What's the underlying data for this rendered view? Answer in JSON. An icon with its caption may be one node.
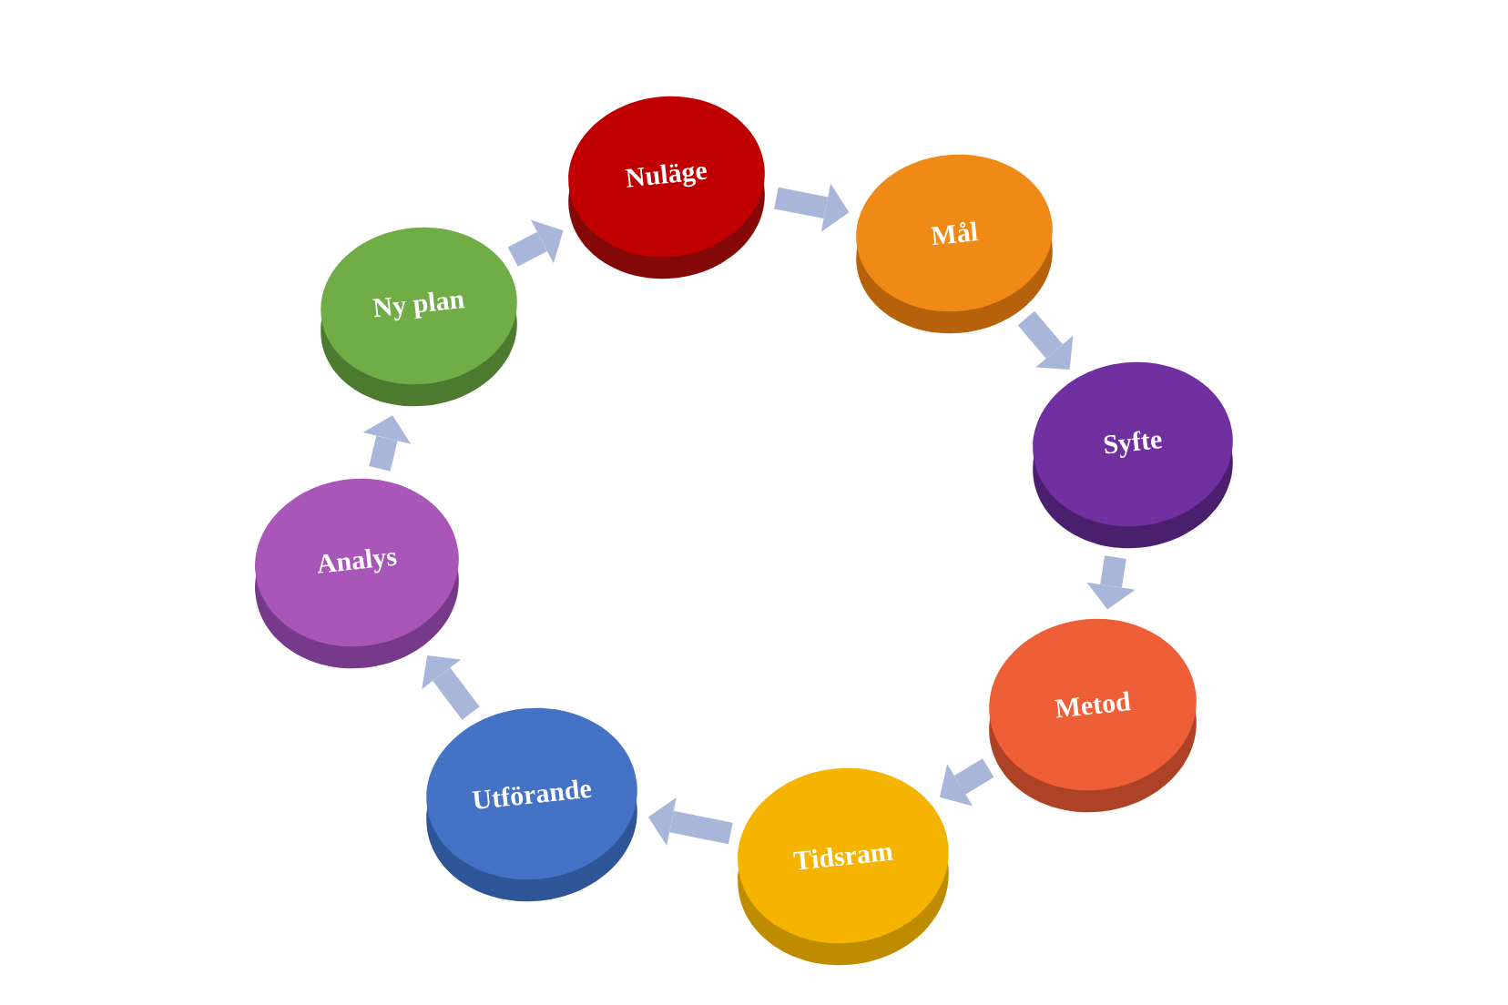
{
  "diagram": {
    "nodes": [
      {
        "text": [
          "Nuläge"
        ]
      },
      {
        "text": [
          "Mål"
        ]
      },
      {
        "text": [
          "Syfte"
        ]
      },
      {
        "text": [
          "Metod"
        ]
      },
      {
        "text": [
          "Tidsram"
        ]
      },
      {
        "text": [
          "Utförande"
        ]
      },
      {
        "text": [
          "Analys"
        ]
      },
      {
        "text": [
          "Ny plan"
        ]
      }
    ],
    "edges": [
      {
        "from": 0,
        "to": 1,
        "arrow": "to"
      },
      {
        "from": 1,
        "to": 2,
        "arrow": "to"
      },
      {
        "from": 2,
        "to": 3,
        "arrow": "to"
      },
      {
        "from": 3,
        "to": 4,
        "arrow": "to"
      },
      {
        "from": 4,
        "to": 5,
        "arrow": "to"
      },
      {
        "from": 5,
        "to": 6,
        "arrow": "to"
      },
      {
        "from": 6,
        "to": 7,
        "arrow": "to"
      },
      {
        "from": 7,
        "to": 0,
        "arrow": "to"
      }
    ]
  }
}
